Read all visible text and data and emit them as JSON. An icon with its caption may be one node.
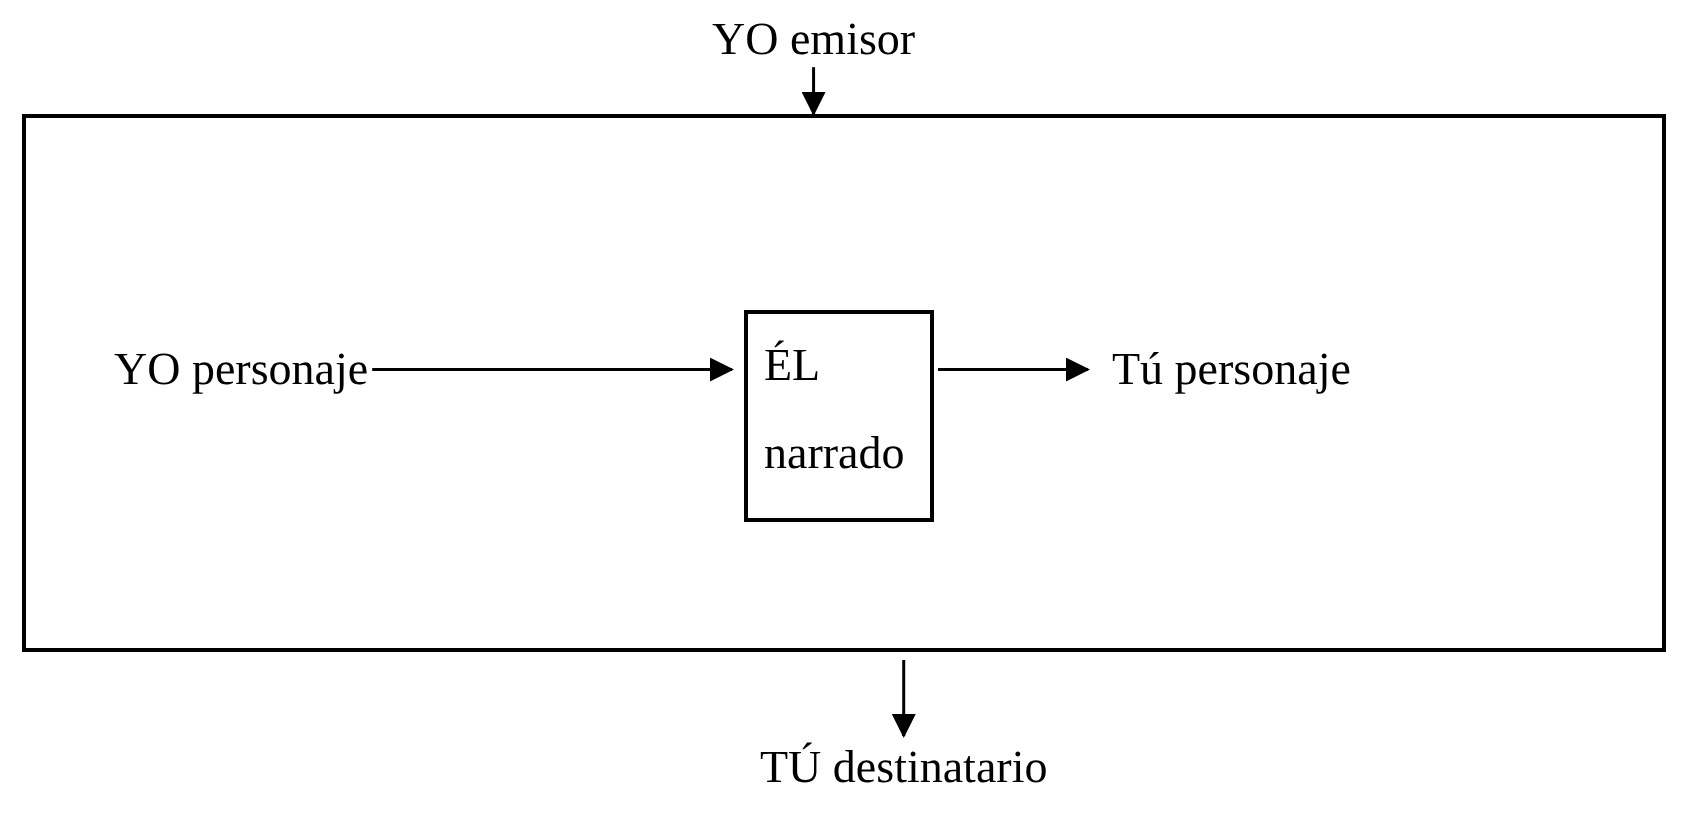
{
  "diagram": {
    "nodes": [
      {
        "text": [
          "YO emisor"
        ]
      },
      {
        "text": [],
        "shape": "box"
      },
      {
        "text": [
          "YO personaje"
        ],
        "in": 1
      },
      {
        "text": [
          "ÉL narrado"
        ],
        "in": 1
      },
      {
        "text": [
          "Tú personaje"
        ],
        "in": 1
      },
      {
        "text": [
          "TÚ destinatario"
        ]
      }
    ],
    "edges": [
      {
        "from": 0,
        "to": 1,
        "arrow": "to"
      },
      {
        "from": 2,
        "to": 3,
        "arrow": "to"
      },
      {
        "from": 3,
        "to": 4,
        "arrow": "to"
      },
      {
        "from": 1,
        "to": 5,
        "arrow": "to"
      }
    ]
  }
}
